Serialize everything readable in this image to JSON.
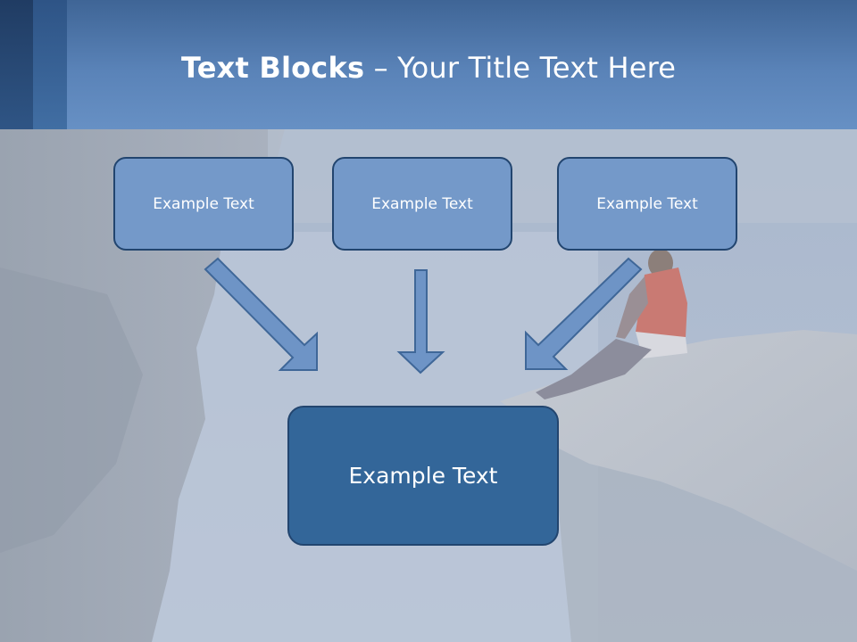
{
  "slide": {
    "title_bold": "Text Blocks",
    "title_separator": " – ",
    "title_rest": "Your Title Text Here",
    "blocks": [
      {
        "label": "Example Text"
      },
      {
        "label": "Example Text"
      },
      {
        "label": "Example Text"
      }
    ],
    "target_block": {
      "label": "Example Text"
    }
  },
  "colors": {
    "header": "#5a83b8",
    "small_box_fill": "#7499c9",
    "big_box_fill": "#336699",
    "box_border": "#22456f",
    "arrow_fill": "#6e94c6"
  }
}
